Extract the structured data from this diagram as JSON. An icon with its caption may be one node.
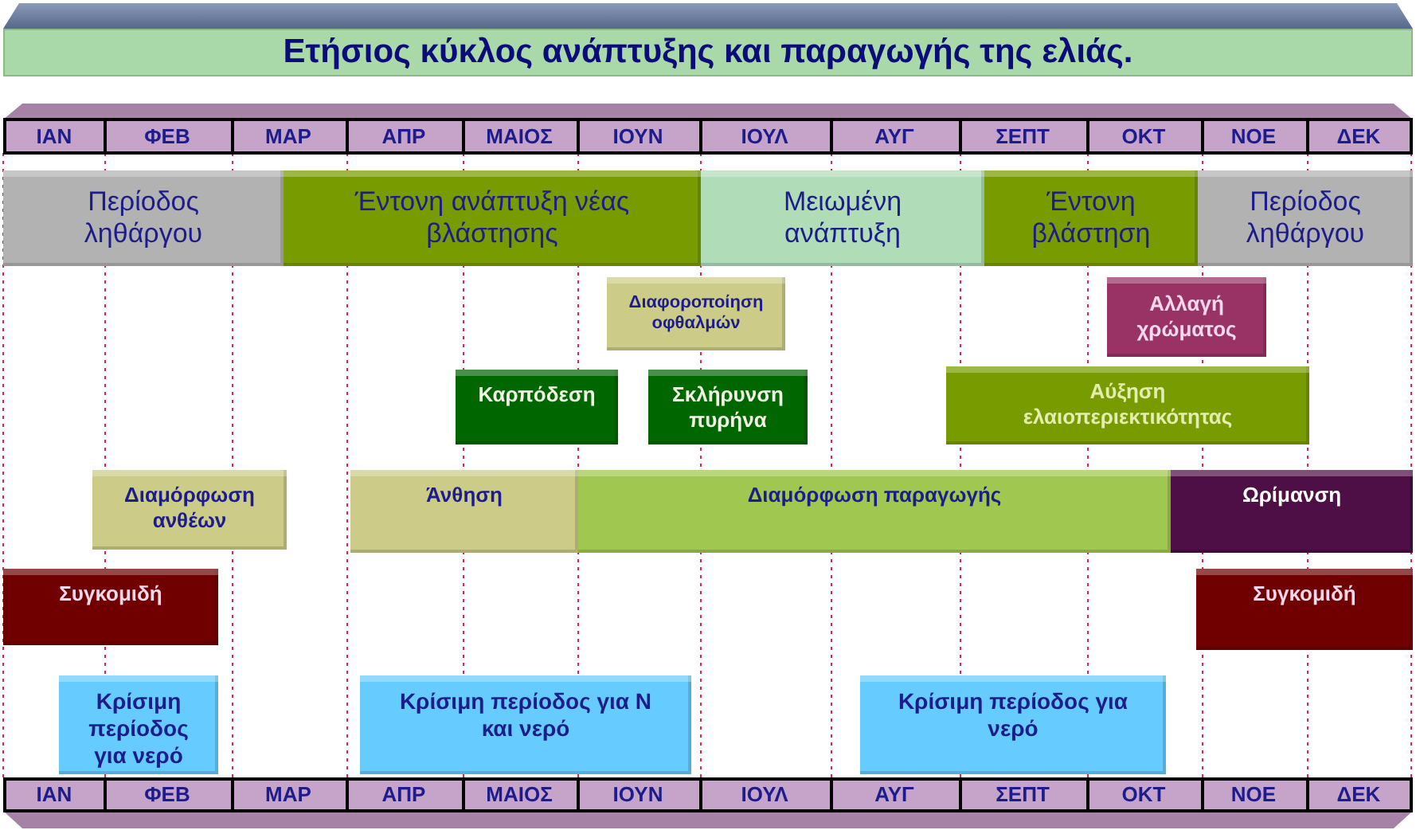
{
  "diagram": {
    "title": "Ετήσιος κύκλος ανάπτυξης και παραγωγής της ελιάς.",
    "nodes": [
      {
        "text": [
          "Περίοδος ληθάργου"
        ]
      },
      {
        "text": [
          "Έντονη ανάπτυξη νέας βλάστησης"
        ]
      },
      {
        "text": [
          "Μειωμένη ανάπτυξη"
        ]
      },
      {
        "text": [
          "Έντονη βλάστηση"
        ]
      },
      {
        "text": [
          "Περίοδος ληθάργου"
        ]
      },
      {
        "text": [
          "Διαφοροποίηση οφθαλμών"
        ]
      },
      {
        "text": [
          "Αλλαγή χρώματος"
        ]
      },
      {
        "text": [
          "Καρπόδεση"
        ]
      },
      {
        "text": [
          "Σκλήρυνση πυρήνα"
        ]
      },
      {
        "text": [
          "Αύξηση ελαιοπεριεκτικότητας"
        ]
      },
      {
        "text": [
          "Διαμόρφωση ανθέων"
        ]
      },
      {
        "text": [
          "Άνθηση"
        ]
      },
      {
        "text": [
          "Διαμόρφωση παραγωγής"
        ]
      },
      {
        "text": [
          "Ωρίμανση"
        ]
      },
      {
        "text": [
          "Συγκομιδή"
        ]
      },
      {
        "text": [
          "Συγκομιδή"
        ]
      },
      {
        "text": [
          "Κρίσιμη περίοδος για νερό"
        ]
      },
      {
        "text": [
          "Κρίσιμη περίοδος για Ν και νερό"
        ]
      },
      {
        "text": [
          "Κρίσιμη περίοδος για νερό"
        ]
      }
    ],
    "labels": [
      "ΙΑΝ",
      "ΦΕΒ",
      "ΜΑΡ",
      "ΑΠΡ",
      "ΜΑΙΟΣ",
      "ΙΟΥΝ",
      "ΙΟΥΛ",
      "ΑΥΓ",
      "ΣΕΠΤ",
      "ΟΚΤ",
      "ΝΟΕ",
      "ΔΕΚ",
      "ΙΑΝ",
      "ΦΕΒ",
      "ΜΑΡ",
      "ΑΠΡ",
      "ΜΑΙΟΣ",
      "ΙΟΥΝ",
      "ΙΟΥΛ",
      "ΑΥΓ",
      "ΣΕΠΤ",
      "ΟΚΤ",
      "ΝΟΕ",
      "ΔΕΚ"
    ]
  }
}
